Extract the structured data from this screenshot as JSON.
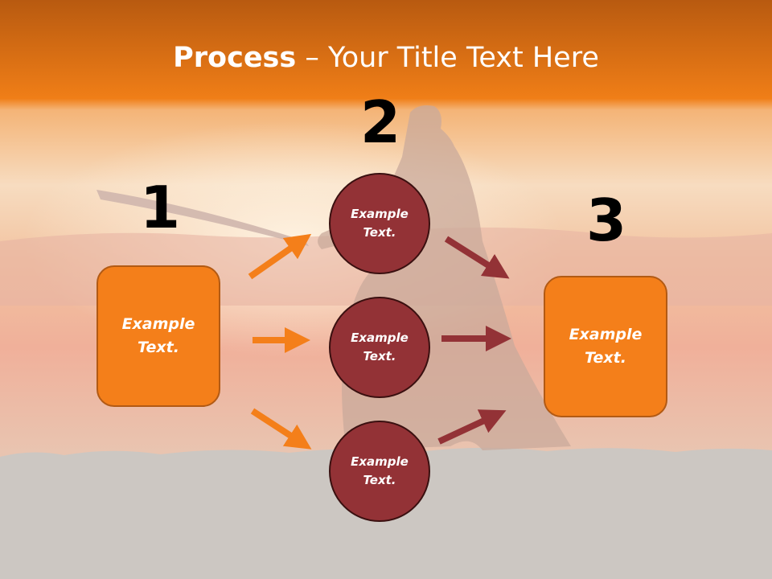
{
  "title": {
    "bold": "Process",
    "rest": " – Your Title Text Here"
  },
  "steps": [
    {
      "number": "1",
      "text": "Example Text."
    },
    {
      "number": "2",
      "circles": [
        "Example Text.",
        "Example Text.",
        "Example Text."
      ]
    },
    {
      "number": "3",
      "text": "Example Text."
    }
  ],
  "colors": {
    "orange": "#f47f1a",
    "maroon": "#933236",
    "header": "#ee7a18"
  }
}
